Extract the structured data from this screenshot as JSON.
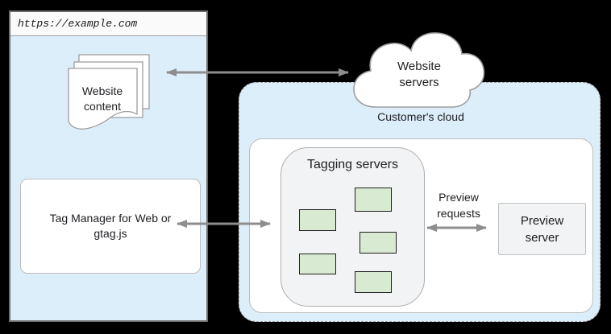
{
  "colors": {
    "background": "#000000",
    "panel_blue": "#ddeefb",
    "titlebar_gray": "#fafafa",
    "box_gray": "#f1f3f4",
    "node_green": "#d9ead3",
    "node_border": "#1f1f1f",
    "arrow_gray": "#8d8d8d",
    "border_gray": "#9e9e9e",
    "text_dark": "#202124"
  },
  "browser": {
    "url": "https://example.com",
    "content_label": "Website content",
    "tag_manager_label": "Tag Manager for Web or gtag.js"
  },
  "website_servers": {
    "label": "Website servers"
  },
  "customer_cloud": {
    "label": "Customer's cloud"
  },
  "tagging": {
    "label": "Tagging servers",
    "node_count": 5
  },
  "preview": {
    "requests_label": "Preview requests",
    "server_label": "Preview server"
  }
}
